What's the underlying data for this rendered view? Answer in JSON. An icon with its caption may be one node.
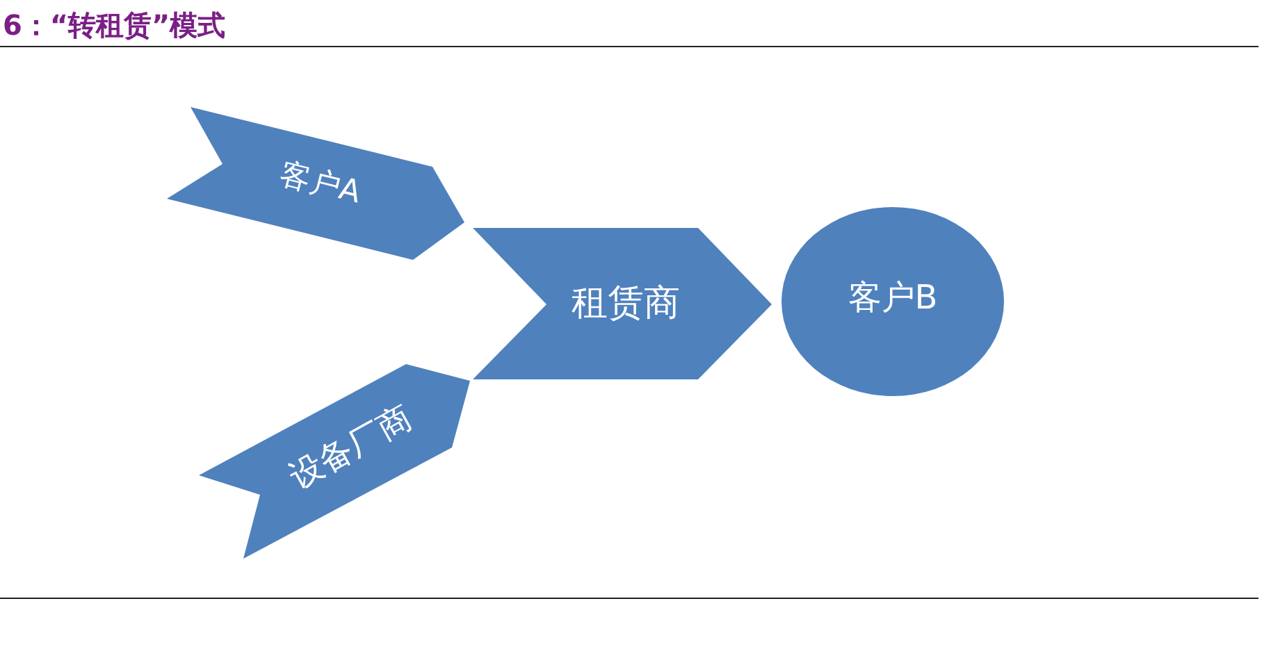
{
  "diagram": {
    "title": "6：“转租赁”模式",
    "nodes": [
      {
        "text": [
          "客户A"
        ]
      },
      {
        "text": [
          "设备厂商"
        ]
      },
      {
        "text": [
          "租赁商"
        ]
      },
      {
        "text": [
          "客户B"
        ]
      }
    ]
  }
}
